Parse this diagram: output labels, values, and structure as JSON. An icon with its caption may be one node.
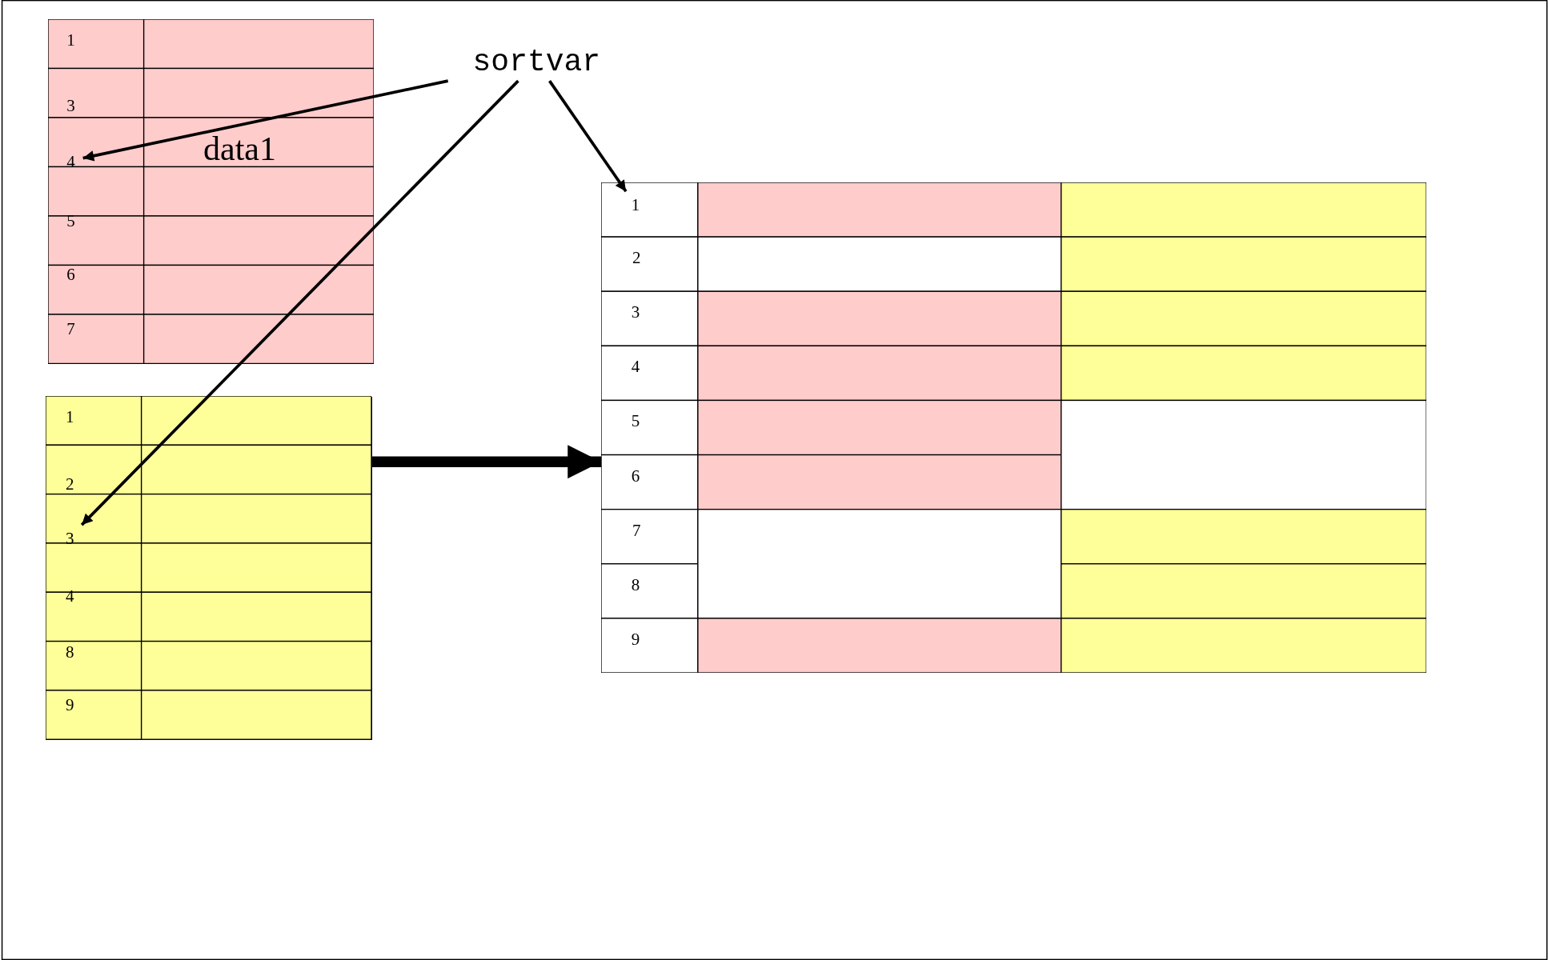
{
  "diagram": {
    "nodes": [
      {
        "text": [
          "data1"
        ]
      },
      {
        "text": [
          "1"
        ],
        "in": 0
      },
      {
        "text": [
          "3"
        ],
        "in": 0
      },
      {
        "text": [
          "4"
        ],
        "in": 0
      },
      {
        "text": [
          "5"
        ],
        "in": 0
      },
      {
        "text": [
          "6"
        ],
        "in": 0
      },
      {
        "text": [
          "7"
        ],
        "in": 0
      },
      {
        "text": [
          "sortvar"
        ]
      },
      {
        "text": [],
        "shape": "box"
      },
      {
        "text": [
          "1"
        ],
        "in": 8
      },
      {
        "text": [
          "2"
        ],
        "in": 8
      },
      {
        "text": [
          "3"
        ],
        "in": 8
      },
      {
        "text": [
          "4"
        ],
        "in": 8
      },
      {
        "text": [
          "8"
        ],
        "in": 8
      },
      {
        "text": [
          "9"
        ],
        "in": 8
      },
      {
        "text": [],
        "shape": "box"
      },
      {
        "text": [
          "1"
        ],
        "in": 15
      },
      {
        "text": [
          "2"
        ],
        "in": 15
      },
      {
        "text": [
          "3"
        ],
        "in": 15
      },
      {
        "text": [
          "4"
        ],
        "in": 15
      },
      {
        "text": [
          "5"
        ],
        "in": 15
      },
      {
        "text": [
          "6"
        ],
        "in": 15
      },
      {
        "text": [
          "7"
        ],
        "in": 15
      },
      {
        "text": [
          "8"
        ],
        "in": 15
      },
      {
        "text": [
          "9"
        ],
        "in": 15
      }
    ],
    "edges": [
      {
        "from": 7,
        "to": 3,
        "arrow": "to"
      },
      {
        "from": 7,
        "to": 11,
        "arrow": "to"
      },
      {
        "from": 7,
        "to": 16,
        "arrow": "to"
      },
      {
        "from": 8,
        "to": 15,
        "arrow": "to",
        "style": "thick"
      }
    ]
  }
}
